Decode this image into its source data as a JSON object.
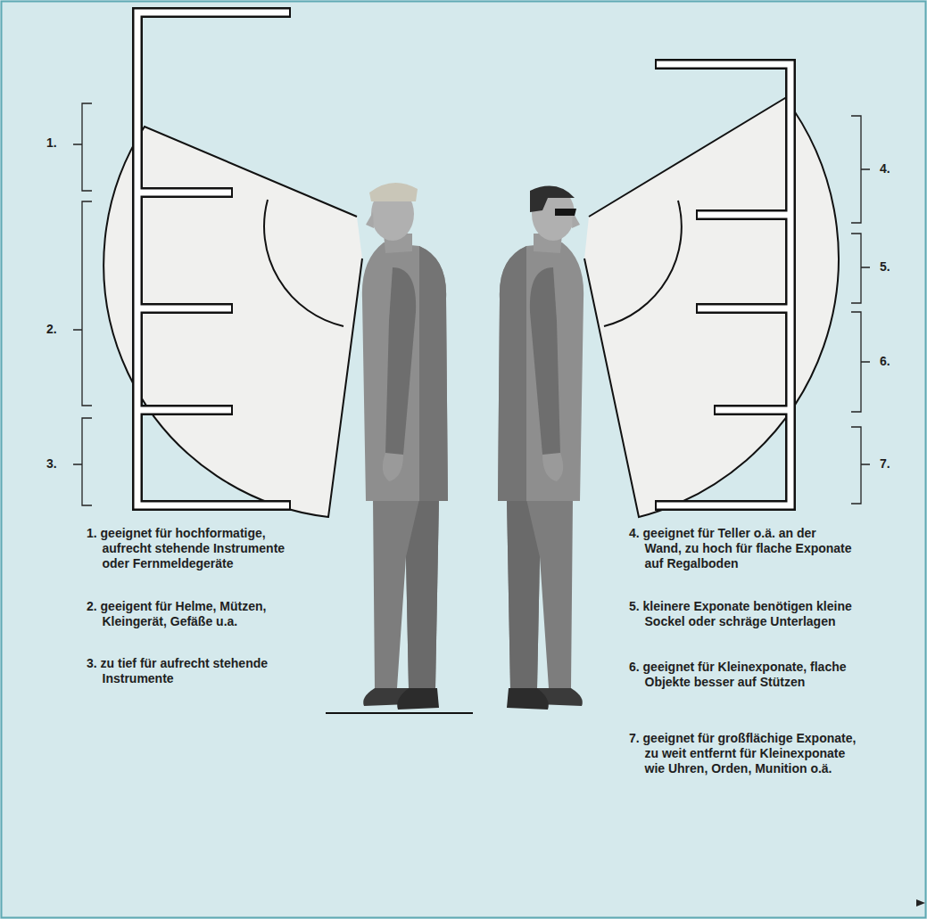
{
  "diagram": {
    "labels": [
      "1.",
      "2.",
      "3.",
      "4.",
      "5.",
      "6.",
      "7.",
      "1. geeignet für hochformatige, aufrecht stehende Instrumente oder Fernmeldegeräte",
      "2. geeigent für Helme, Mützen, Kleingerät, Gefäße u.a.",
      "3. zu tief für aufrecht stehende Instrumente",
      "4. geeignet für Teller o.ä. an der Wand, zu hoch für flache Exponate auf Regalboden",
      "5. kleinere Exponate benötigen kleine Sockel oder schräge Unterlagen",
      "6. geeignet für Kleinexponate, flache Objekte besser auf Stützen",
      "7. geeignet für großflächige Exponate, zu weit entfernt für Kleinexponate wie Uhren, Orden, Munition o.ä."
    ]
  }
}
